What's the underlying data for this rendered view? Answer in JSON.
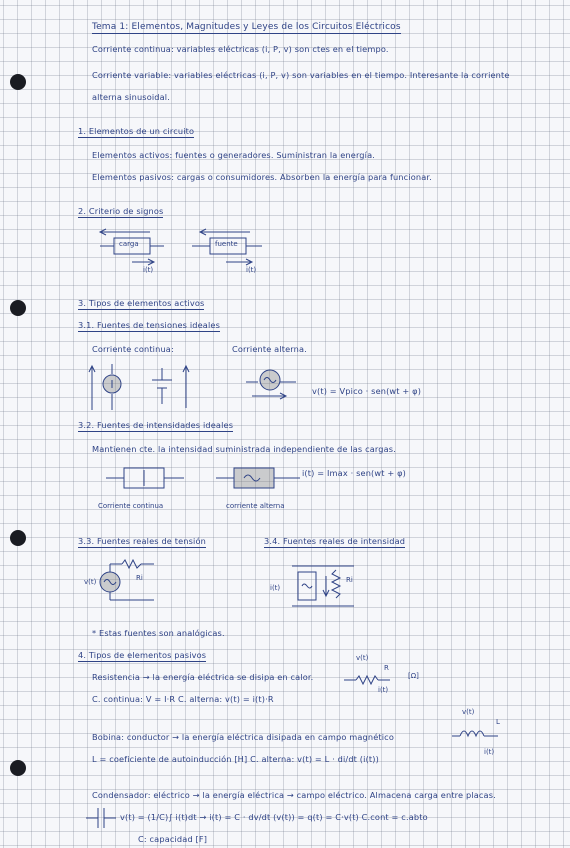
{
  "heading": "Tema 1: Elementos, Magnitudes y Leyes de los Circuitos Eléctricos",
  "intro": {
    "line1": "Corriente continua: variables eléctricas (i, P, v) son ctes en el tiempo.",
    "line2": "Corriente variable: variables eléctricas (i, P, v) son variables en el tiempo. Interesante la corriente",
    "line3": "alterna sinusoidal."
  },
  "section1": {
    "title": "1. Elementos de un circuito",
    "active": "Elementos activos: fuentes o generadores. Suministran la energía.",
    "passive": "Elementos pasivos: cargas o consumidores. Absorben la energía para funcionar."
  },
  "section2": {
    "title": "2. Criterio de signos",
    "carga": "carga",
    "fuente": "fuente",
    "i_label": "i(t)",
    "i_label2": "i(t)"
  },
  "section3": {
    "title": "3. Tipos de elementos activos",
    "sub1": "3.1. Fuentes de tensiones ideales",
    "cc": "Corriente continua:",
    "ca": "Corriente alterna.",
    "formula_v": "v(t) = Vpico · sen(wt + φ)",
    "sub2": "3.2. Fuentes de intensidades ideales",
    "desc2": "Mantienen cte. la intensidad suministrada independiente de las cargas.",
    "formula_i": "i(t) = Imax · sen(wt + φ)",
    "cap_cc": "Corriente continua",
    "cap_ca": "corriente alterna",
    "sub3": "3.3. Fuentes reales de tensión",
    "sub4": "3.4. Fuentes reales de intensidad",
    "v_label": "v(t)",
    "ri_label": "Ri",
    "i_label": "i(t)",
    "ri_label2": "Ri",
    "note": "* Estas fuentes son analógicas."
  },
  "section4": {
    "title": "4. Tipos de elementos pasivos",
    "resist1": "Resistencia → la energía eléctrica se disipa en calor.",
    "resist2": "C. continua: V = I·R      C. alterna: v(t) = i(t)·R",
    "coil1": "Bobina: conductor → la energía eléctrica disipada en campo magnético",
    "coil2": "L = coeficiente de autoinducción [H]   C. alterna: v(t) = L · di/dt (i(t))",
    "cap1": "Condensador: eléctrico → la energía eléctrica → campo eléctrico. Almacena carga entre placas.",
    "cap2": "v(t) = (1/C)∫ i(t)dt → i(t) = C · dv/dt (v(t)) = q(t) = C·v(t)   C.cont = c.abto",
    "cap3": "C: capacidad [F]",
    "r_label": "R",
    "v_small": "v(t)",
    "i_small": "i(t)",
    "unit_r": "[Ω]",
    "l_label": "L",
    "v_small2": "v(t)",
    "i_small2": "i(t)"
  }
}
